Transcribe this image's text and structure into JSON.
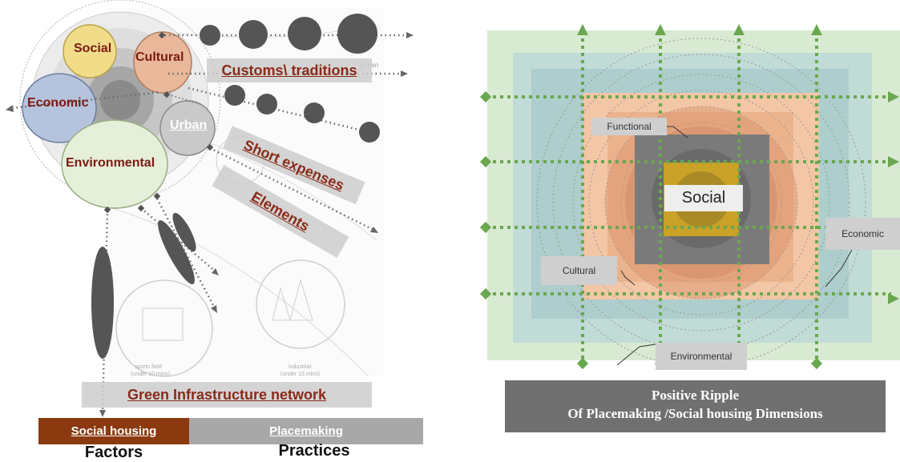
{
  "left": {
    "bubbles": {
      "social": "Social",
      "cultural": "Cultural",
      "economic": "Economic",
      "urban": "Urban",
      "environmental": "Environmental"
    },
    "banners": {
      "customs": "Customs\\ traditions",
      "short_expenses": "Short expenses",
      "elements": "Elements",
      "green": "Green Infrastructure network"
    },
    "map_texts": {
      "t0": "0",
      "t5": "5",
      "t10": "10",
      "t15": "15 min",
      "sports_field": "sports field",
      "sports_field_time": "(under 10 mins)",
      "industrial": "industrial",
      "industrial_time": "(under 15 mins)"
    },
    "legend": {
      "social_housing": "Social housing",
      "placemaking": "Placemaking",
      "factors": "Factors",
      "practices": "Practices"
    },
    "colors": {
      "social_housing": "#8b3a10",
      "placemaking": "#a8a8a8",
      "accent_text": "#7a1a12"
    }
  },
  "right": {
    "labels": {
      "functional": "Functional",
      "social": "Social",
      "economic": "Economic",
      "cultural": "Cultural",
      "environmental": "Environmental"
    },
    "caption": {
      "line1": "Positive Ripple",
      "line2": "Of  Placemaking /Social housing Dimensions"
    },
    "colors": {
      "arrows": "#6aa84f",
      "caption_bg": "#707070"
    }
  }
}
